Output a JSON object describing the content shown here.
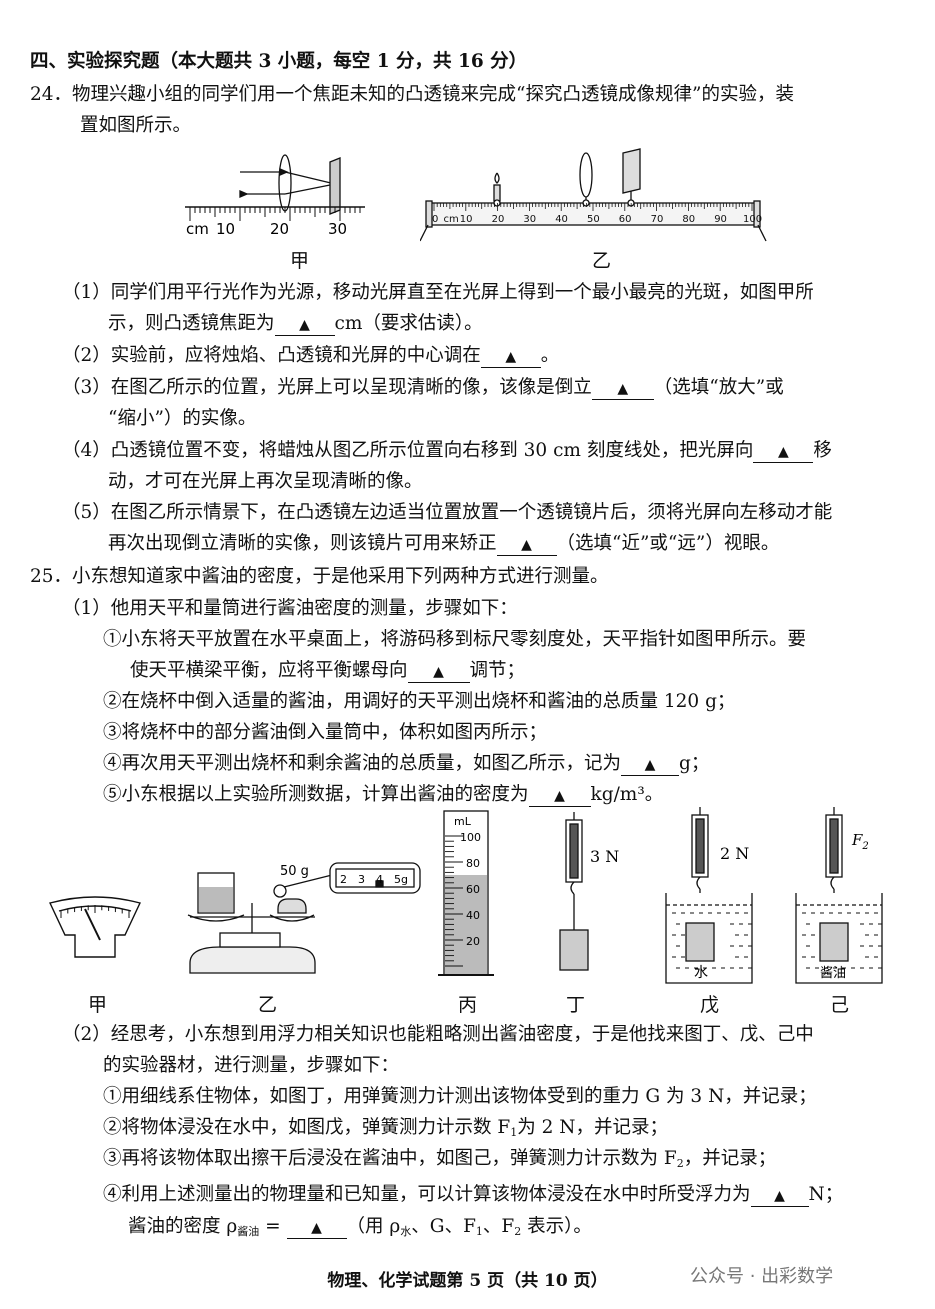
{
  "section": "四、实验探究题（本大题共 3 小题，每空 1 分，共 16 分）",
  "blank_mark": "▲",
  "q24": {
    "intro1": "24．物理兴趣小组的同学们用一个焦距未知的凸透镜来完成“探究凸透镜成像规律”的实验，装",
    "intro2": "置如图所示。",
    "fig_jia_label": "甲",
    "fig_yi_label": "乙",
    "ruler_jia": [
      "cm",
      "10",
      "20",
      "30"
    ],
    "ruler_yi": [
      "0",
      "cm",
      "10",
      "20",
      "30",
      "40",
      "50",
      "60",
      "70",
      "80",
      "90",
      "100"
    ],
    "p1a": "（1）同学们用平行光作为光源，移动光屏直至在光屏上得到一个最小最亮的光斑，如图甲所",
    "p1b_pre": "示，则凸透镜焦距为",
    "p1b_post": "cm（要求估读）。",
    "p2_pre": "（2）实验前，应将烛焰、凸透镜和光屏的中心调在",
    "p2_post": "。",
    "p3a_pre": "（3）在图乙所示的位置，光屏上可以呈现清晰的像，该像是倒立",
    "p3a_post": "（选填“放大”或",
    "p3b": "“缩小”）的实像。",
    "p4a_pre": "（4）凸透镜位置不变，将蜡烛从图乙所示位置向右移到 30 cm 刻度线处，把光屏向",
    "p4a_post": "移",
    "p4b": "动，才可在光屏上再次呈现清晰的像。",
    "p5a": "（5）在图乙所示情景下，在凸透镜左边适当位置放置一个透镜镜片后，须将光屏向左移动才能",
    "p5b_pre": "再次出现倒立清晰的实像，则该镜片可用来矫正",
    "p5b_post": "（选填“近”或“远”）视眼。"
  },
  "q25": {
    "intro": "25．小东想知道家中酱油的密度，于是他采用下列两种方式进行测量。",
    "p1": "（1）他用天平和量筒进行酱油密度的测量，步骤如下：",
    "s1a": "①小东将天平放置在水平桌面上，将游码移到标尺零刻度处，天平指针如图甲所示。要",
    "s1b_pre": "使天平横梁平衡，应将平衡螺母向",
    "s1b_post": "调节；",
    "s2": "②在烧杯中倒入适量的酱油，用调好的天平测出烧杯和酱油的总质量 120 g；",
    "s3": "③将烧杯中的部分酱油倒入量筒中，体积如图丙所示；",
    "s4_pre": "④再次用天平测出烧杯和剩余酱油的总质量，如图乙所示，记为",
    "s4_post": "g；",
    "s5_pre": "⑤小东根据以上实验所测数据，计算出酱油的密度为",
    "s5_post": "kg/m³。",
    "fig_labels": [
      "甲",
      "乙",
      "丙",
      "丁",
      "戊",
      "己"
    ],
    "weight_label": "50 g",
    "rider_scale": [
      "2",
      "3",
      "4",
      "5g"
    ],
    "cylinder_unit": "mL",
    "cylinder_ticks": [
      "100",
      "80",
      "60",
      "40",
      "20"
    ],
    "force_ding": "3 N",
    "force_wu": "2 N",
    "force_ji": "F",
    "force_ji_sub": "2",
    "liquid_wu": "水",
    "liquid_ji": "酱油",
    "p2a": "（2）经思考，小东想到用浮力相关知识也能粗略测出酱油密度，于是他找来图丁、戊、己中",
    "p2b": "的实验器材，进行测量，步骤如下：",
    "t1": "①用细线系住物体，如图丁，用弹簧测力计测出该物体受到的重力 G 为 3 N，并记录；",
    "t2_pre": "②将物体浸没在水中，如图戊，弹簧测力计示数 F",
    "t2_sub": "1",
    "t2_post": "为 2 N，并记录；",
    "t3_pre": "③再将该物体取出擦干后浸没在酱油中，如图己，弹簧测力计示数为 F",
    "t3_sub": "2",
    "t3_post": "，并记录；",
    "t4_pre": "④利用上述测量出的物理量和已知量，可以计算该物体浸没在水中时所受浮力为",
    "t4_post": "N；",
    "t5_pre": "酱油的密度 ρ",
    "t5_sub": "酱油",
    "t5_mid": " = ",
    "t5_post": "（用 ρ",
    "t5_sub2": "水",
    "t5_post2": "、G、F",
    "t5_sub3": "1",
    "t5_post3": "、F",
    "t5_sub4": "2",
    "t5_post4": " 表示）。"
  },
  "footer": "物理、化学试题第 5 页（共 10 页）",
  "watermark": "公众号 · 出彩数学"
}
